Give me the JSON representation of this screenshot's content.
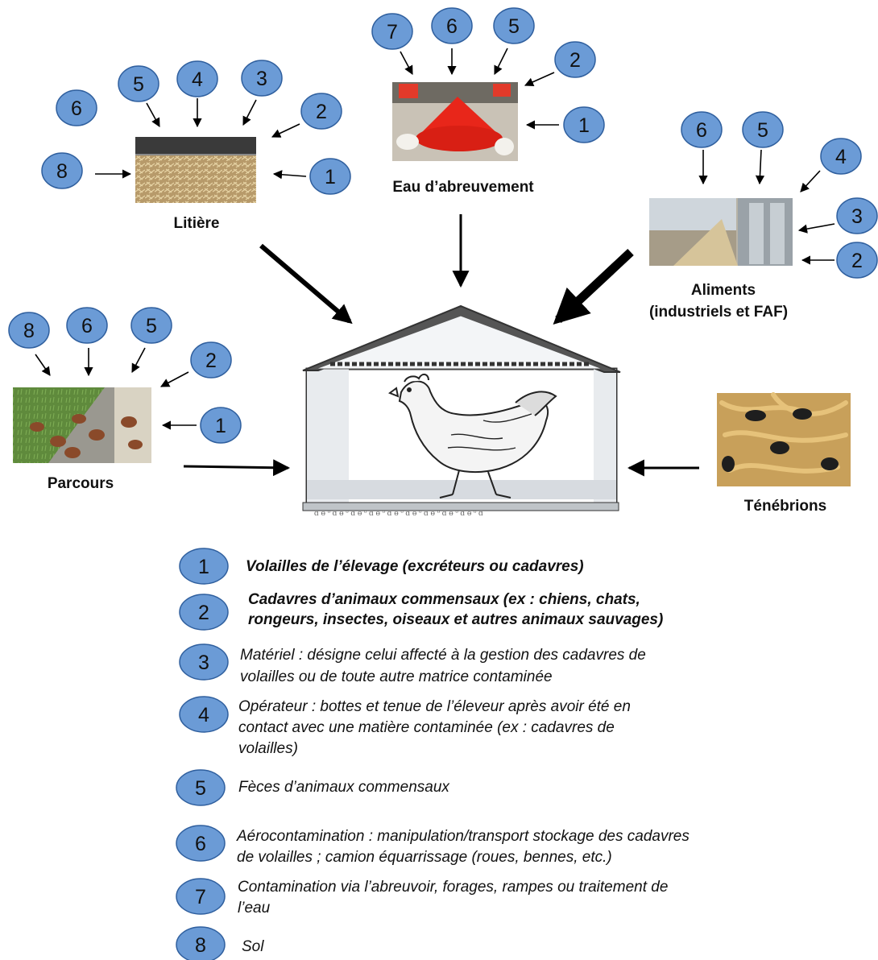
{
  "colors": {
    "bubble_fill": "#6b9bd6",
    "bubble_stroke": "#2f5f9e",
    "arrow": "#000000",
    "building_outline": "#333333",
    "building_fill": "#e9edf1"
  },
  "sources": {
    "litiere": {
      "label": "Litière",
      "icon": "litter-photo"
    },
    "eau": {
      "label": "Eau d’abreuvement",
      "icon": "drinker-photo"
    },
    "aliments": {
      "label_line1": "Aliments",
      "label_line2": "(industriels et FAF)",
      "icon": "feed-silo-photo"
    },
    "parcours": {
      "label": "Parcours",
      "icon": "free-range-photo"
    },
    "tenebrions": {
      "label": "Ténébrions",
      "icon": "darkling-beetle-photo"
    }
  },
  "center": {
    "icon": "chicken-in-poultry-house"
  },
  "bubbles": {
    "litiere": [
      "5",
      "4",
      "3",
      "2",
      "1",
      "6",
      "8"
    ],
    "eau": [
      "7",
      "6",
      "5",
      "2",
      "1"
    ],
    "aliments": [
      "6",
      "5",
      "4",
      "3",
      "2"
    ],
    "parcours": [
      "8",
      "6",
      "5",
      "2",
      "1"
    ]
  },
  "legend": [
    {
      "num": "1",
      "lines": [
        "Volailles de l’élevage (excréteurs ou cadavres)"
      ],
      "bold": true
    },
    {
      "num": "2",
      "lines": [
        "Cadavres d’animaux commensaux (ex : chiens, chats,",
        "rongeurs, insectes, oiseaux et autres animaux sauvages)"
      ],
      "bold": true
    },
    {
      "num": "3",
      "lines": [
        "Matériel : désigne celui affecté à la gestion des cadavres de",
        "volailles ou de toute autre matrice contaminée"
      ],
      "bold": false
    },
    {
      "num": "4",
      "lines": [
        "Opérateur : bottes et tenue de l’éleveur après avoir été en",
        "contact avec une matière contaminée (ex : cadavres de",
        "volailles)"
      ],
      "bold": false
    },
    {
      "num": "5",
      "lines": [
        "Fèces d’animaux commensaux"
      ],
      "bold": false
    },
    {
      "num": "6",
      "lines": [
        "Aérocontamination : manipulation/transport stockage des cadavres",
        "de volailles ; camion équarrissage (roues, bennes, etc.)"
      ],
      "bold": false
    },
    {
      "num": "7",
      "lines": [
        "Contamination via l’abreuvoir, forages, rampes ou traitement de",
        "l’eau"
      ],
      "bold": false
    },
    {
      "num": "8",
      "lines": [
        "Sol"
      ],
      "bold": false
    }
  ]
}
